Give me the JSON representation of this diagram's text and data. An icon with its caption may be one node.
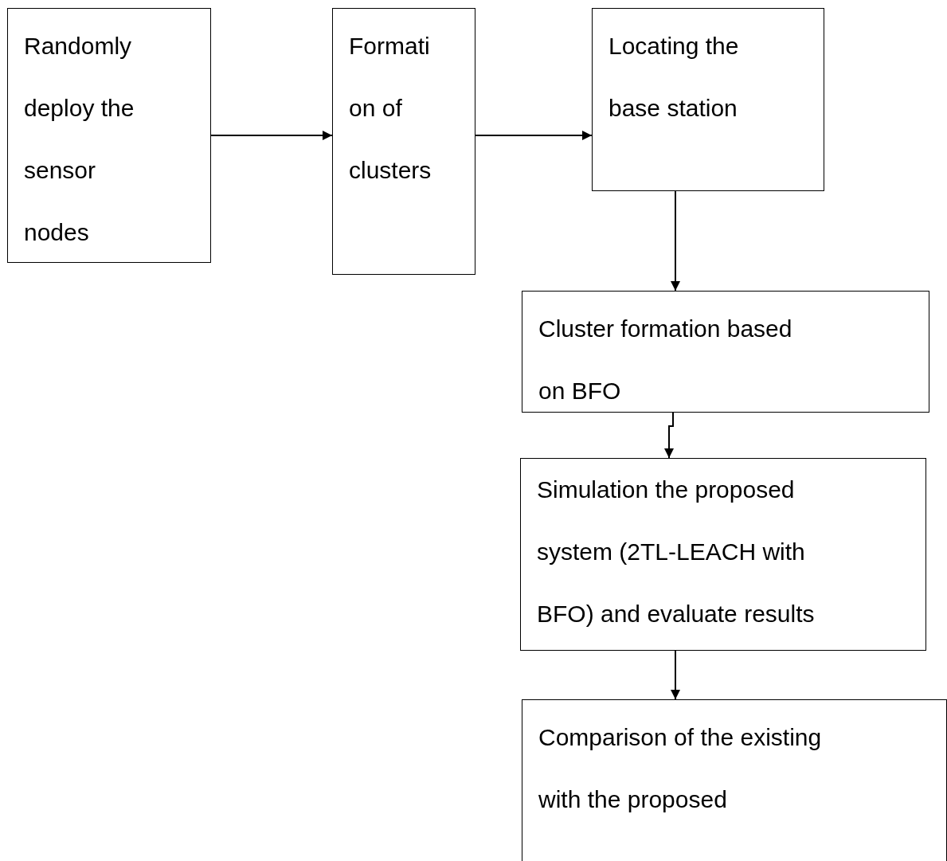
{
  "diagram": {
    "nodes": [
      {
        "text": [
          "Randomly deploy the sensor nodes"
        ]
      },
      {
        "text": [
          "Formati on of clusters"
        ]
      },
      {
        "text": [
          "Locating the base station"
        ]
      },
      {
        "text": [
          "Cluster formation based on BFO"
        ]
      },
      {
        "text": [
          "Simulation the proposed system (2TL-LEACH with BFO) and evaluate results"
        ]
      },
      {
        "text": [
          "Comparison of the existing with the proposed"
        ]
      }
    ],
    "edges": [
      {
        "from": 0,
        "to": 1,
        "arrow": "to"
      },
      {
        "from": 1,
        "to": 2,
        "arrow": "to"
      },
      {
        "from": 2,
        "to": 3,
        "arrow": "to"
      },
      {
        "from": 3,
        "to": 4,
        "arrow": "to"
      },
      {
        "from": 4,
        "to": 5,
        "arrow": "to"
      }
    ]
  }
}
